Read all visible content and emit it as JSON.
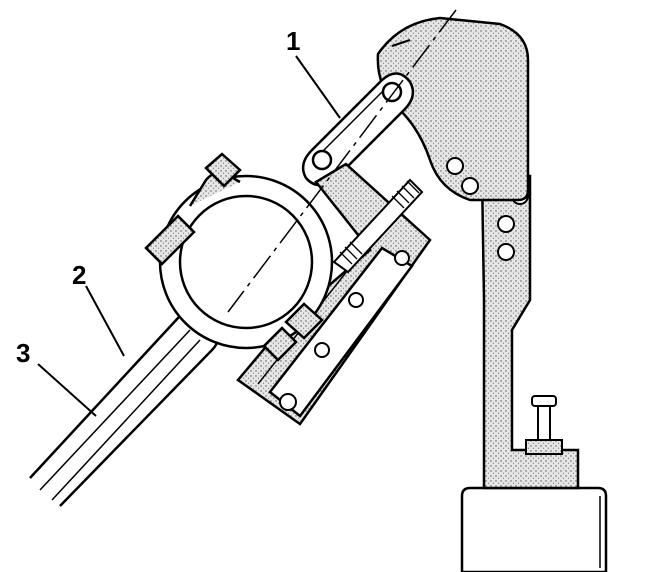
{
  "figure": {
    "callouts": [
      {
        "id": "callout-1",
        "text": "1"
      },
      {
        "id": "callout-2",
        "text": "2"
      },
      {
        "id": "callout-3",
        "text": "3"
      }
    ]
  },
  "colors": {
    "line": "#000000",
    "stipple": "#b9b9b9",
    "background": "#ffffff"
  }
}
